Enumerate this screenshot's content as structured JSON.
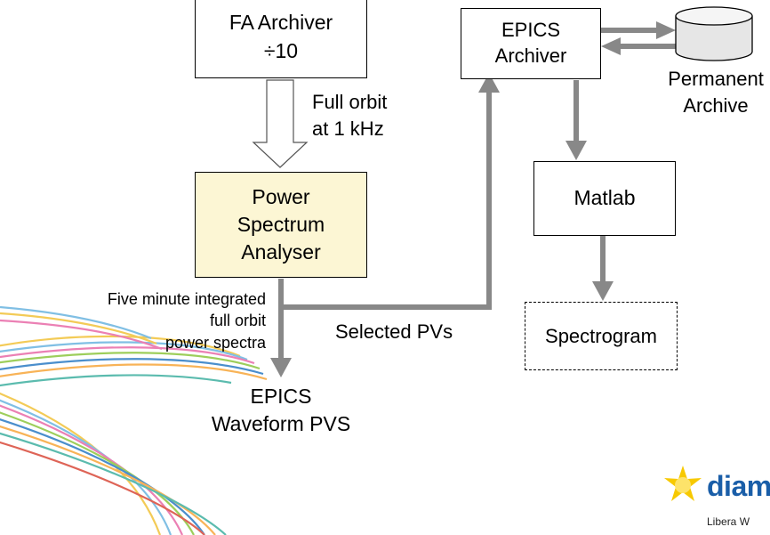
{
  "fa_archiver": {
    "line1": "FA Archiver",
    "line2": "÷10"
  },
  "full_orbit_label": {
    "line1": "Full orbit",
    "line2": "at 1 kHz"
  },
  "power_spectrum_analyser": {
    "line1": "Power",
    "line2": "Spectrum",
    "line3": "Analyser"
  },
  "epics_archiver": {
    "line1": "EPICS",
    "line2": "Archiver"
  },
  "permanent_archive": {
    "line1": "Permanent",
    "line2": "Archive"
  },
  "matlab": {
    "label": "Matlab"
  },
  "spectrogram": {
    "label": "Spectrogram"
  },
  "integrated_spectra_label": {
    "line1": "Five minute integrated",
    "line2": "full orbit",
    "line3": "power spectra"
  },
  "selected_pvs_label": "Selected PVs",
  "epics_waveform": {
    "line1": "EPICS",
    "line2": "Waveform PVS"
  },
  "logo": {
    "text": "diam",
    "footer": "Libera W"
  },
  "colors": {
    "analyser_fill": "#fcf6d4",
    "arrow_gray": "#888888",
    "logo_blue": "#1a5ea8",
    "logo_yellow": "#f7c900"
  }
}
